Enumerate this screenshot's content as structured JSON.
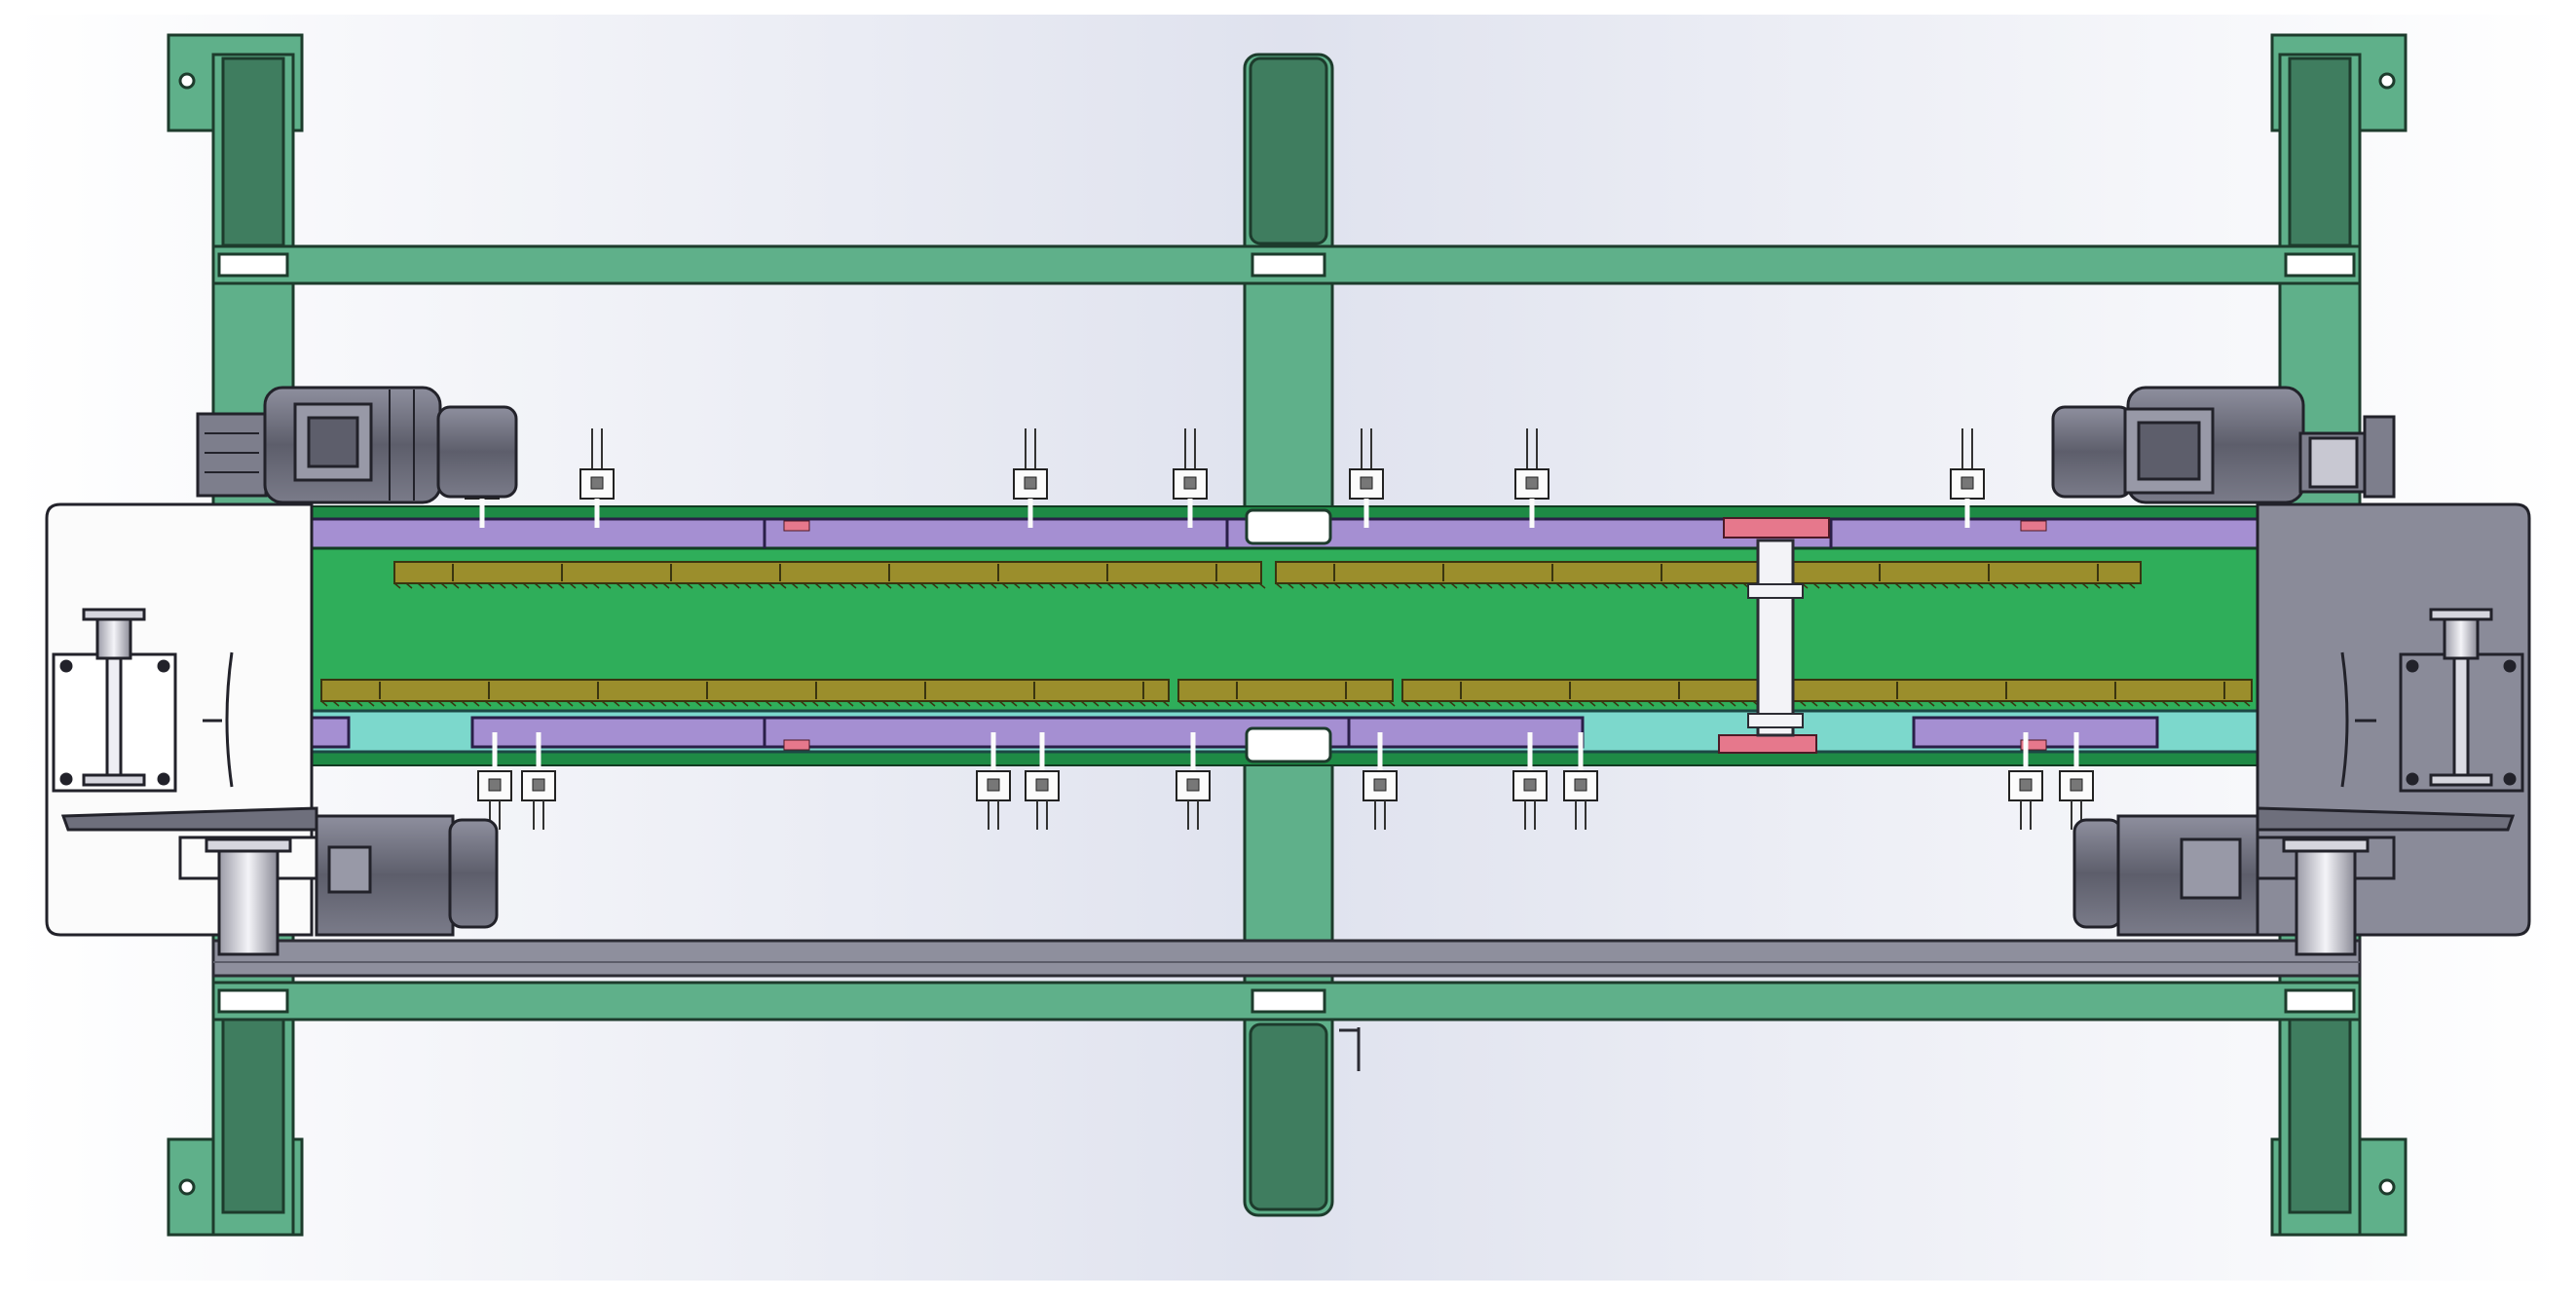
{
  "title": "",
  "colors": {
    "frame_light": "#5fb08a",
    "frame_dark": "#3f7d5f",
    "outline": "#1d3b2c",
    "belt_green": "#2fae5a",
    "purple_rail": "#a58fd2",
    "cyan_rail": "#7cd8cc",
    "olive_bar": "#9b8e2c",
    "motor_gray": "#6e6f7c",
    "housing_white": "#fbfbfb",
    "housing_gray": "#8a8b99",
    "pink_block": "#e6788c",
    "base_gray": "#8e8f9d",
    "background_gradient": [
      "#ffffff",
      "#dfe2ee",
      "#ffffff"
    ]
  },
  "components": {
    "frame": "steel-frame",
    "conveyor": "conveyor-belt",
    "motors": [
      "left-top-motor",
      "right-top-motor",
      "left-bottom-motor",
      "right-bottom-motor"
    ],
    "housings": [
      "left-gearbox-housing",
      "right-gearbox-housing"
    ]
  },
  "sensors": {
    "top_count": 7,
    "bottom_count": 10
  }
}
